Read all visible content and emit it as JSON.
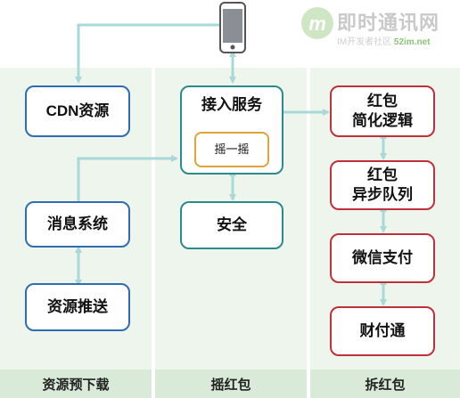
{
  "columns": [
    {
      "label": "资源预下载"
    },
    {
      "label": "摇红包"
    },
    {
      "label": "拆红包"
    }
  ],
  "nodes": {
    "cdn": "CDN资源",
    "message": "消息系统",
    "push": "资源推送",
    "access_line1": "接入服务",
    "shake": "摇一摇",
    "security": "安全",
    "red_logic_line1": "红包",
    "red_logic_line2": "简化逻辑",
    "red_queue_line1": "红包",
    "red_queue_line2": "异步队列",
    "wechat_pay": "微信支付",
    "tenpay": "财付通"
  },
  "logo": {
    "title": "即时通讯网",
    "subtitle": "IM开发者社区",
    "url": "52im.net"
  },
  "colors": {
    "column_bg": "#eef5ed",
    "column_label_bg": "#d9ead8",
    "arrow": "#a9d8d8",
    "blue": "#2f6db3",
    "teal": "#2a8b8c",
    "red": "#c0303a",
    "orange": "#e3a33a"
  },
  "icons": [
    "phone-icon",
    "logo-icon"
  ]
}
